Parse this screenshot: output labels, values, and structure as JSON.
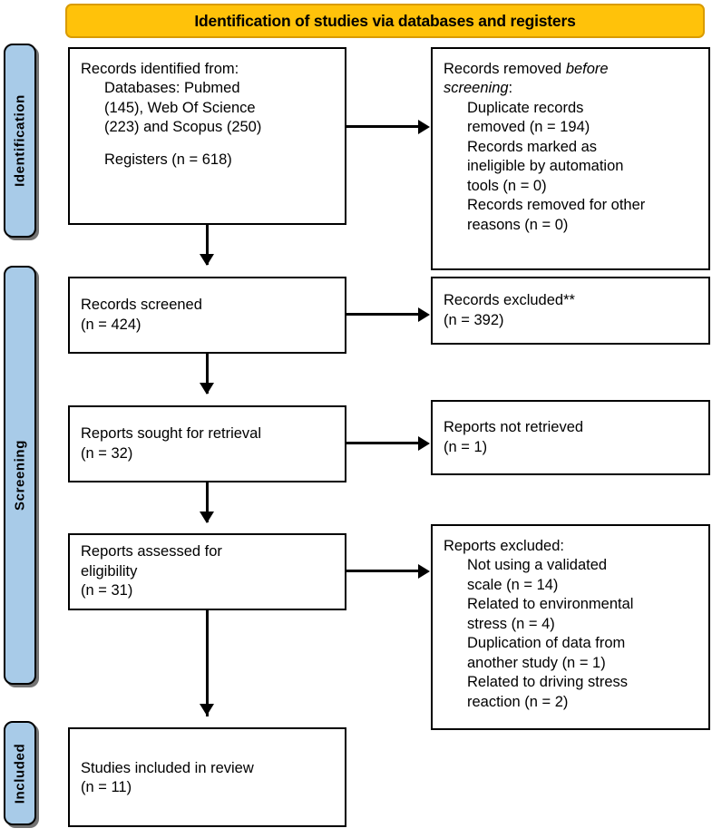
{
  "header": {
    "title": "Identification of studies via databases and registers",
    "background_color": "#FFC20A",
    "border_color": "#D99B00"
  },
  "stages": {
    "accent_color": "#A8CBE8",
    "identification": "Identification",
    "screening": "Screening",
    "included": "Included"
  },
  "boxes": {
    "identified": {
      "lines": [
        "Records identified from:",
        "Databases: Pubmed",
        "(145), Web Of Science",
        "(223) and Scopus (250)",
        "Registers (n = 618)"
      ]
    },
    "removed_before": {
      "lines": [
        "Records removed before",
        "screening:",
        "Duplicate records",
        "removed (n = 194)",
        "Records marked as",
        "ineligible by automation",
        "tools (n = 0)",
        "Records removed for other",
        "reasons (n = 0)"
      ],
      "italic_phrase": "before screening"
    },
    "screened": {
      "lines": [
        "Records screened",
        "(n = 424)"
      ]
    },
    "excluded_screen": {
      "lines": [
        "Records excluded**",
        "(n = 392)"
      ]
    },
    "sought": {
      "lines": [
        "Reports sought for retrieval",
        "(n = 32)"
      ]
    },
    "not_retrieved": {
      "lines": [
        "Reports not retrieved",
        "(n = 1)"
      ]
    },
    "assessed": {
      "lines": [
        "Reports assessed for",
        "eligibility",
        "(n = 31)"
      ]
    },
    "reports_excluded": {
      "lines": [
        "Reports excluded:",
        "Not using a validated",
        "scale (n = 14)",
        "Related to environmental",
        "stress (n = 4)",
        "Duplication of data from",
        "another study (n = 1)",
        "Related to driving stress",
        "reaction (n = 2)"
      ]
    },
    "included": {
      "lines": [
        "Studies included in review",
        "(n = 11)"
      ]
    }
  },
  "counts": {
    "pubmed": 145,
    "web_of_science": 223,
    "scopus": 250,
    "registers": 618,
    "duplicates_removed": 194,
    "ineligible_automation": 0,
    "removed_other": 0,
    "records_screened": 424,
    "records_excluded": 392,
    "reports_sought": 32,
    "reports_not_retrieved": 1,
    "reports_assessed": 31,
    "excluded_no_validated_scale": 14,
    "excluded_environmental_stress": 4,
    "excluded_duplication": 1,
    "excluded_driving_stress": 2,
    "studies_included": 11
  }
}
